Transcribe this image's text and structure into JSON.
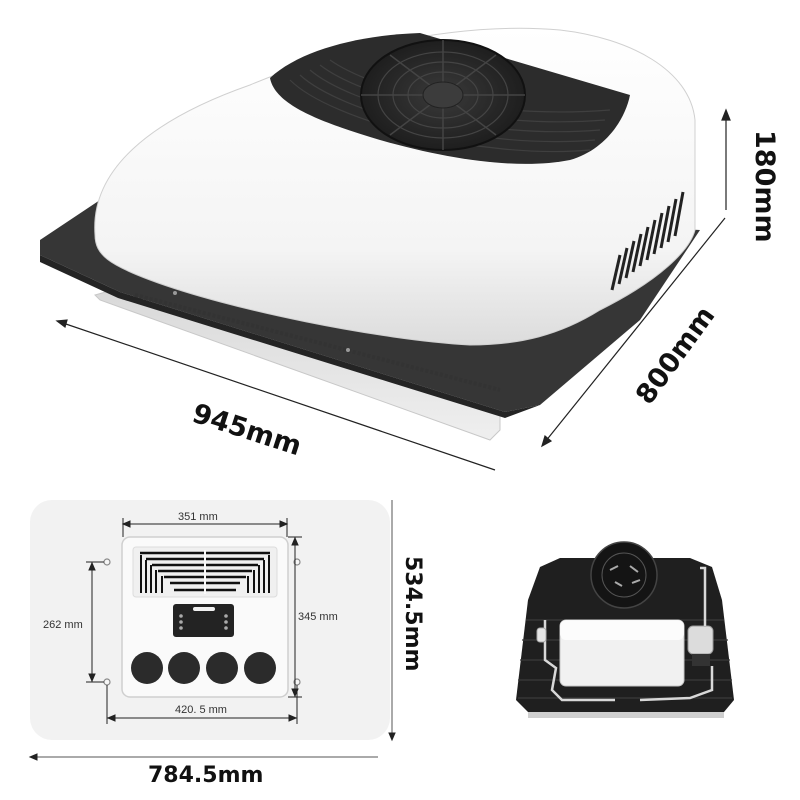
{
  "product": {
    "type": "rooftop air conditioner unit",
    "views": [
      "top-isometric",
      "front-interior-panel",
      "internal-components"
    ]
  },
  "dimensions": {
    "height": "180mm",
    "depth": "800mm",
    "width": "945mm",
    "panel_height": "534.5mm",
    "panel_width": "784.5mm",
    "grille_width": "351 mm",
    "grille_height": "345 mm",
    "mount_hole_vertical": "262 mm",
    "mount_hole_horizontal": "420. 5 mm"
  },
  "colors": {
    "body": "#ffffff",
    "fan_cover": "#2e2e2e",
    "base_plate": "#3a3a3a",
    "panel_bg": "#f2f2f2",
    "vent_disc": "#2b2b2b",
    "text": "#111111"
  },
  "panel": {
    "vent_count": 4,
    "display_icons": [
      "mode-icon",
      "fan-icon",
      "temp-icon",
      "up-icon",
      "down-icon",
      "power-icon"
    ]
  }
}
